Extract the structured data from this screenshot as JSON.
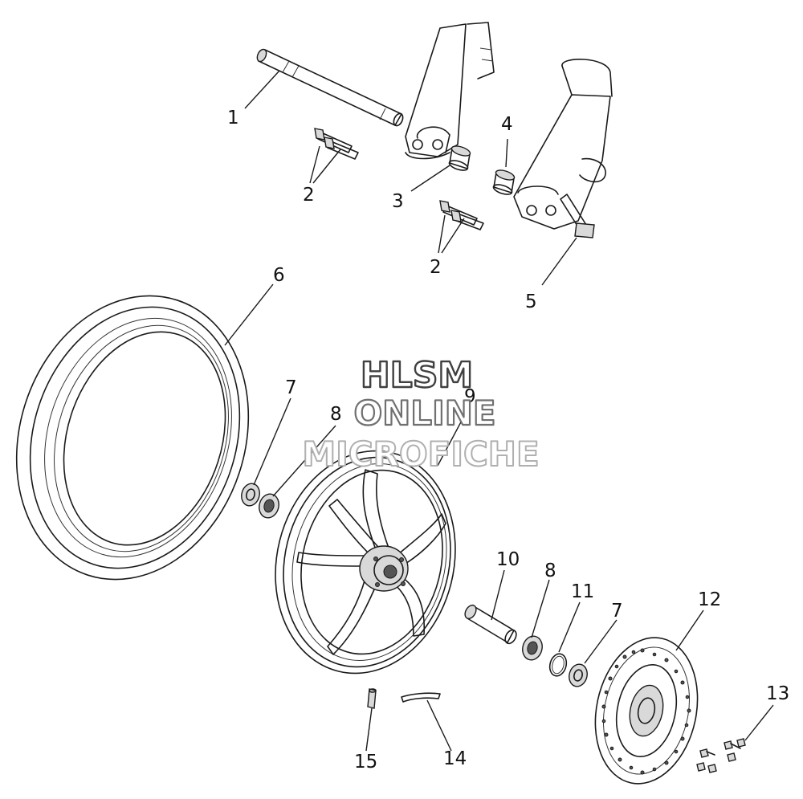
{
  "callouts": [
    {
      "id": "c1",
      "label": "1"
    },
    {
      "id": "c2a",
      "label": "2"
    },
    {
      "id": "c3",
      "label": "3"
    },
    {
      "id": "c4",
      "label": "4"
    },
    {
      "id": "c2b",
      "label": "2"
    },
    {
      "id": "c5",
      "label": "5"
    },
    {
      "id": "c6",
      "label": "6"
    },
    {
      "id": "c7a",
      "label": "7"
    },
    {
      "id": "c8a",
      "label": "8"
    },
    {
      "id": "c9",
      "label": "9"
    },
    {
      "id": "c10",
      "label": "10"
    },
    {
      "id": "c8b",
      "label": "8"
    },
    {
      "id": "c11",
      "label": "11"
    },
    {
      "id": "c7b",
      "label": "7"
    },
    {
      "id": "c12",
      "label": "12"
    },
    {
      "id": "c13",
      "label": "13"
    },
    {
      "id": "c15",
      "label": "15"
    },
    {
      "id": "c14",
      "label": "14"
    }
  ],
  "watermark": {
    "line1": "HLSM",
    "line2": "ONLINE",
    "line3": "MICROFICHE",
    "colors": {
      "line1": "#404040",
      "line2": "#707070",
      "line3": "#b0b0b0"
    }
  }
}
